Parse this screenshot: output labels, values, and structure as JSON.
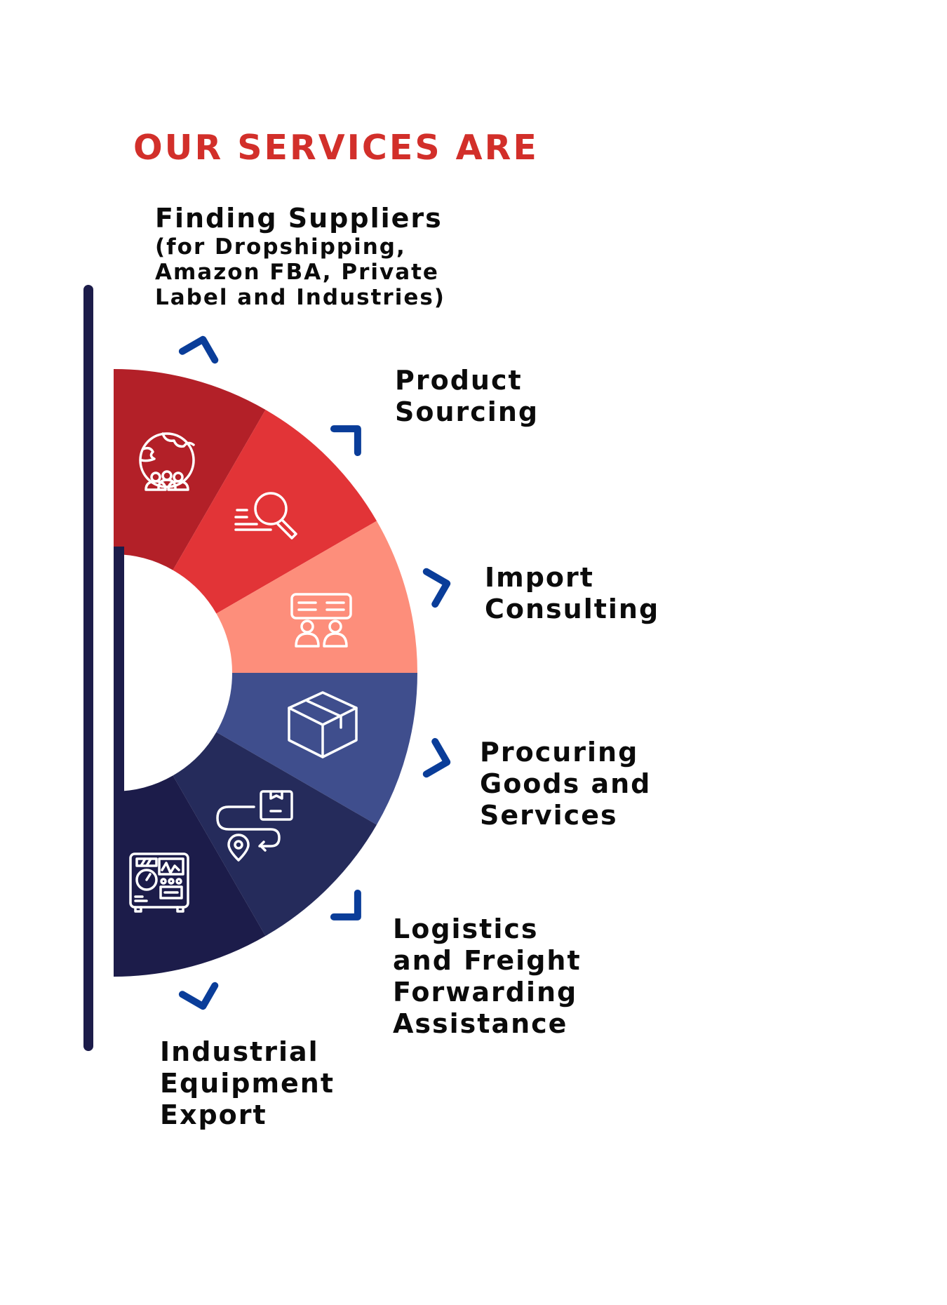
{
  "title": "OUR SERVICES ARE",
  "colors": {
    "title": "#d22f2a",
    "chevron": "#0a3d99",
    "bar": "#1c1c4a",
    "segments": [
      "#b32028",
      "#e23437",
      "#fd8e7b",
      "#3f4e8d",
      "#252b5b",
      "#1c1c4a"
    ]
  },
  "services": [
    {
      "heading": "Finding Suppliers",
      "lines": [
        "(for Dropshipping,",
        "Amazon FBA, Private",
        "Label and Industries)"
      ],
      "icon": "globe-people-icon"
    },
    {
      "lines": [
        "Product",
        "Sourcing"
      ],
      "icon": "search-magnifier-icon"
    },
    {
      "lines": [
        "Import",
        "Consulting"
      ],
      "icon": "consulting-chat-icon"
    },
    {
      "lines": [
        "Procuring",
        "Goods and",
        "Services"
      ],
      "icon": "box-package-icon"
    },
    {
      "lines": [
        "Logistics",
        "and Freight",
        "Forwarding",
        "Assistance"
      ],
      "icon": "delivery-route-icon"
    },
    {
      "lines": [
        "Industrial",
        "Equipment",
        "Export"
      ],
      "icon": "industrial-machine-icon"
    }
  ]
}
